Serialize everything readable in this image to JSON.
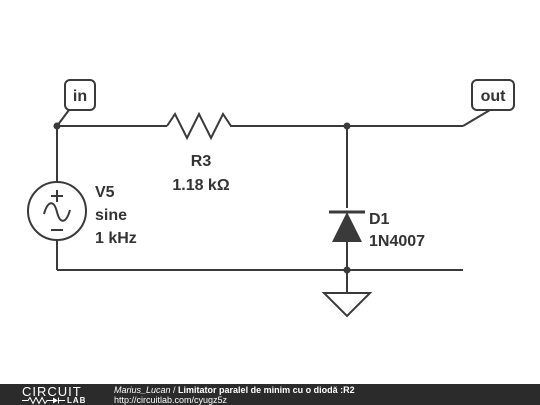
{
  "schematic": {
    "flag_in": "in",
    "flag_out": "out",
    "resistor": {
      "name": "R3",
      "value": "1.18 kΩ"
    },
    "source": {
      "name": "V5",
      "type": "sine",
      "freq": "1 kHz"
    },
    "diode": {
      "name": "D1",
      "part": "1N4007"
    }
  },
  "footer": {
    "logo_top": "CIRCUIT",
    "logo_bottom": "LAB",
    "author": "Marius_Lucan",
    "separator": " / ",
    "title": "Limitator paralel de minim cu o diodă :R2",
    "url": "http://circuitlab.com/cyugz5z"
  }
}
